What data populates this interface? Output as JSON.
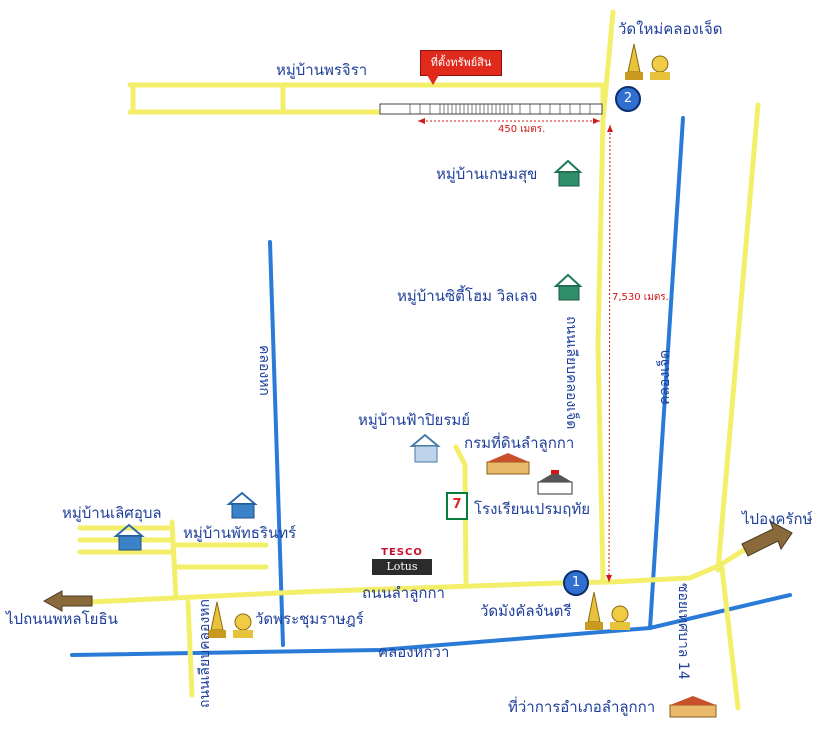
{
  "villages": {
    "pornjira": "หมู่บ้านพรจิรา",
    "kasemsuk": "หมู่บ้านเกษมสุข",
    "city_home": "หมู่บ้านซิตี้โฮม วิลเลจ",
    "fah_piyarom": "หมู่บ้านฟ้าปิยรมย์",
    "lert_ubon": "หมู่บ้านเลิศอุบล",
    "pattarin": "หมู่บ้านพัทธรินทร์"
  },
  "places": {
    "wat_mai": "วัดใหม่คลองเจ็ด",
    "land_dept": "กรมที่ดินลำลูกกา",
    "school": "โรงเรียนเปรมฤทัย",
    "wat_mangkhal": "วัดมังคัลจันตรี",
    "wat_phrachum": "วัดพระชุมราษฎร์",
    "district_office": "ที่ว่าการอำเภอลำลูกกา"
  },
  "roads": {
    "lamlukka": "ถนนลำลูกกา",
    "liap_khlong7": "ถนนเลียบคลองเจ็ด",
    "soi_thesaban14": "ซอยเทศบาล 14",
    "liap_khlong_hok": "ถนนเลียบคลองหก"
  },
  "canals": {
    "khlong_hok": "คลองหก",
    "khlong_chet": "คลองเจ็ด",
    "khlong_hok_wa": "คลองหกวา"
  },
  "directions": {
    "to_ongkharak": "ไปองครักษ์",
    "to_phahonyothin": "ไปถนนพหลโยธิน"
  },
  "property_callout": "ที่ตั้งทรัพย์สิน",
  "distances": {
    "short": "450 เมตร.",
    "long": "7,530 เมตร."
  },
  "markers": {
    "one": "1",
    "two": "2"
  },
  "stores": {
    "tesco": "TESCO",
    "lotus": "Lotus",
    "seven": "7"
  },
  "colors": {
    "road": "#f3ef6a",
    "canal": "#2a7bd8",
    "text": "#1f3f9a",
    "distance": "#d01818",
    "callout": "#e02a1c"
  },
  "icon_names": [
    "temple-icon",
    "house-icon",
    "government-building-icon",
    "school-icon",
    "arrow-icon"
  ]
}
